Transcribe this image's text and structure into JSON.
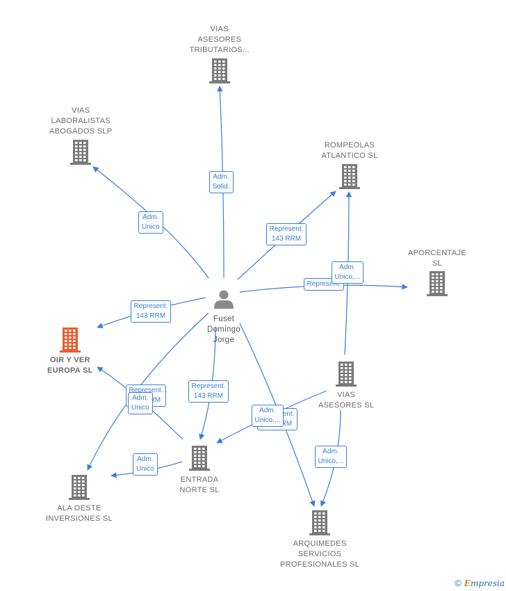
{
  "colors": {
    "edge": "#3b7dd8",
    "company": "#7a7a7a",
    "focus_company": "#f05a2b",
    "person": "#8a8a8a"
  },
  "nodes": [
    {
      "id": "vias_tributarios",
      "label": "VIAS\nASESORES\nTRIBUTARIOS...",
      "icon": "building-icon",
      "kind": "company"
    },
    {
      "id": "vias_laboralistas",
      "label": "VIAS\nLABORALISTAS\nABOGADOS  SLP",
      "icon": "building-icon",
      "kind": "company"
    },
    {
      "id": "rompeolas",
      "label": "ROMPEOLAS\nATLANTICO SL",
      "icon": "building-icon",
      "kind": "company"
    },
    {
      "id": "aporcentaje",
      "label": "APORCENTAJE\nSL",
      "icon": "building-icon",
      "kind": "company"
    },
    {
      "id": "fuset",
      "label": "Fuset\nDomingo\nJorge",
      "icon": "person-icon",
      "kind": "person"
    },
    {
      "id": "oir_y_ver",
      "label": "OIR Y VER\nEUROPA  SL",
      "icon": "building-icon",
      "kind": "focus"
    },
    {
      "id": "vias_asesores",
      "label": "VIAS\nASESORES  SL",
      "icon": "building-icon",
      "kind": "company"
    },
    {
      "id": "entrada_norte",
      "label": "ENTRADA\nNORTE SL",
      "icon": "building-icon",
      "kind": "company"
    },
    {
      "id": "ala_oeste",
      "label": "ALA OESTE\nINVERSIONES SL",
      "icon": "building-icon",
      "kind": "company"
    },
    {
      "id": "arquimedes",
      "label": "ARQUIMEDES\nSERVICIOS\nPROFESIONALES SL",
      "icon": "building-icon",
      "kind": "company"
    }
  ],
  "edges": [
    {
      "from": "fuset",
      "to": "vias_tributarios",
      "label": "Adm.\nSolid."
    },
    {
      "from": "fuset",
      "to": "vias_laboralistas",
      "label": "Adm.\nUnico"
    },
    {
      "from": "fuset",
      "to": "rompeolas",
      "label": "Represent.\n143 RRM"
    },
    {
      "from": "fuset",
      "to": "aporcentaje",
      "label": "Represent."
    },
    {
      "from": "vias_asesores",
      "to": "rompeolas",
      "label": "Adm.\nUnico,..."
    },
    {
      "from": "fuset",
      "to": "oir_y_ver",
      "label": "Represent.\n143 RRM"
    },
    {
      "from": "fuset",
      "to": "entrada_norte",
      "label": "Represent.\n143 RRM"
    },
    {
      "from": "entrada_norte",
      "to": "oir_y_ver",
      "label": "Represent.\n143 RRM"
    },
    {
      "from": "fuset",
      "to": "ala_oeste",
      "label": "Adm.\nUnico"
    },
    {
      "from": "entrada_norte",
      "to": "ala_oeste",
      "label": "Adm.\nUnico"
    },
    {
      "from": "fuset",
      "to": "arquimedes",
      "label": "Represent.\n143 RRM"
    },
    {
      "from": "vias_asesores",
      "to": "entrada_norte",
      "label": "Adm.\nUnico,..."
    },
    {
      "from": "vias_asesores",
      "to": "arquimedes",
      "label": "Adm.\nUnico,..."
    }
  ],
  "footer": {
    "copyright": "©",
    "brand_initial": "E",
    "brand_rest": "mpresia"
  }
}
